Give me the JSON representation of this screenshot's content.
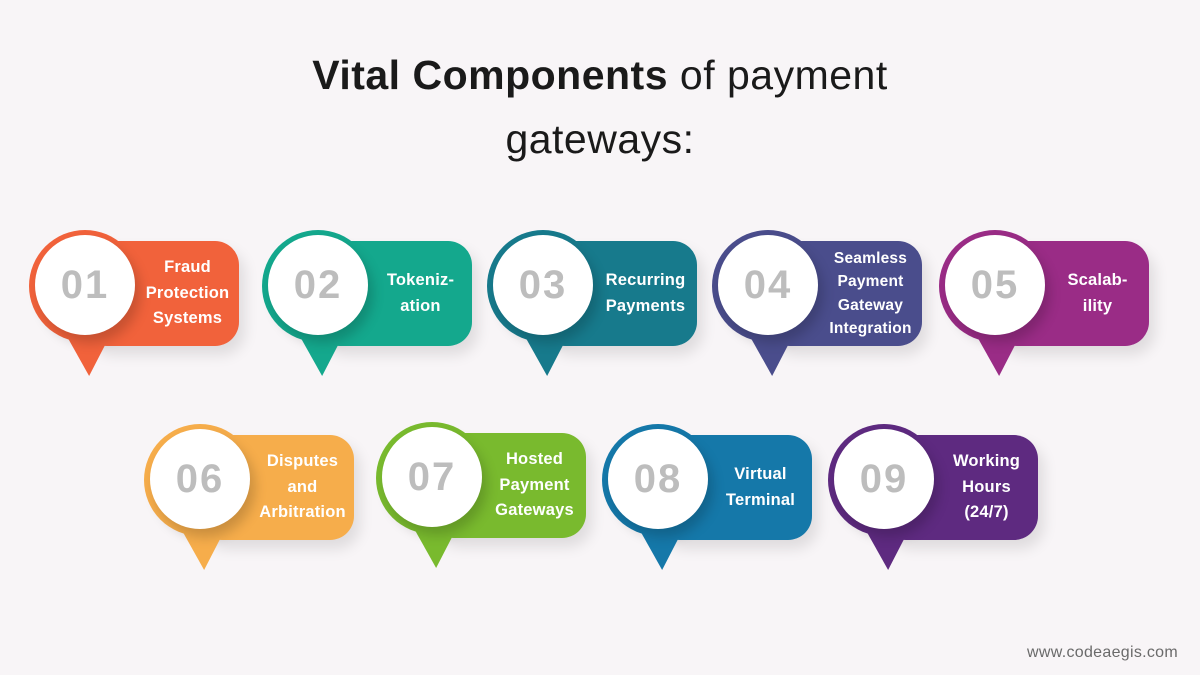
{
  "title": {
    "bold": "Vital Components",
    "rest": " of payment",
    "line2": "gateways:"
  },
  "footer": {
    "website": "www.codeaegis.com"
  },
  "colors": {
    "background": "#F8F5F7",
    "number_gray": "#BDBDBD",
    "label_text": "#FFFFFF",
    "title_text": "#1A1A1A"
  },
  "items": [
    {
      "number": "01",
      "color": "#F1623B",
      "label": "Fraud Protection Systems",
      "lines": [
        "Fraud",
        "Protection",
        "Systems"
      ]
    },
    {
      "number": "02",
      "color": "#14A88D",
      "label": "Tokenization",
      "lines": [
        "Tokeniz-",
        "ation"
      ]
    },
    {
      "number": "03",
      "color": "#177A8C",
      "label": "Recurring Payments",
      "lines": [
        "Recurring",
        "Payments"
      ]
    },
    {
      "number": "04",
      "color": "#4A4D8C",
      "label": "Seamless Payment Gateway Integration",
      "lines": [
        "Seamless",
        "Payment",
        "Gateway",
        "Integration"
      ]
    },
    {
      "number": "05",
      "color": "#9A2C86",
      "label": "Scalability",
      "lines": [
        "Scalab-",
        "ility"
      ]
    },
    {
      "number": "06",
      "color": "#F6AD4B",
      "label": "Disputes and Arbitration",
      "lines": [
        "Disputes",
        "and",
        "Arbitration"
      ]
    },
    {
      "number": "07",
      "color": "#79BA2E",
      "label": "Hosted Payment Gateways",
      "lines": [
        "Hosted",
        "Payment",
        "Gateways"
      ]
    },
    {
      "number": "08",
      "color": "#1578A9",
      "label": "Virtual Terminal",
      "lines": [
        "Virtual",
        "Terminal"
      ]
    },
    {
      "number": "09",
      "color": "#5E2A80",
      "label": "Working Hours (24/7)",
      "lines": [
        "Working",
        "Hours",
        "(24/7)"
      ]
    }
  ]
}
